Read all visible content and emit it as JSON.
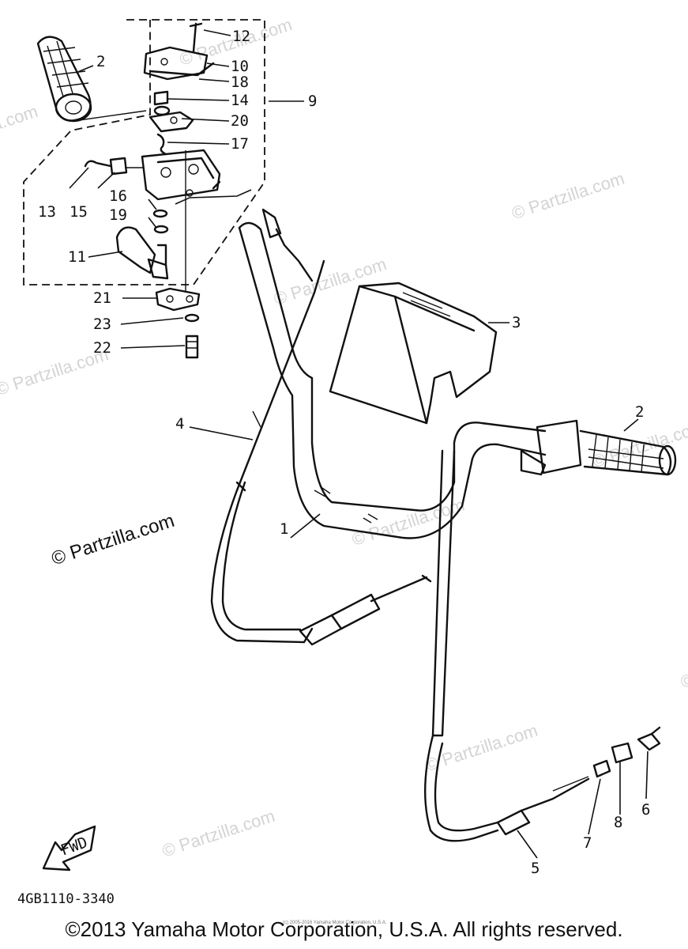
{
  "diagram": {
    "callouts": {
      "c1": "1",
      "c2a": "2",
      "c2b": "2",
      "c3": "3",
      "c4": "4",
      "c5": "5",
      "c6": "6",
      "c7": "7",
      "c8": "8",
      "c9": "9",
      "c10": "10",
      "c11": "11",
      "c12": "12",
      "c13": "13",
      "c14": "14",
      "c15": "15",
      "c16": "16",
      "c17": "17",
      "c18": "18",
      "c19": "19",
      "c20": "20",
      "c21": "21",
      "c22": "22",
      "c23": "23"
    },
    "watermark": "© Partzilla.com",
    "fwd_label": "FWD",
    "diagram_code": "4GB1110-3340",
    "tiny_notice": "(c) 2005-2016 Yamaha Motor Corporation, U.S.A.",
    "copyright": "©2013 Yamaha Motor Corporation, U.S.A. All rights reserved."
  }
}
